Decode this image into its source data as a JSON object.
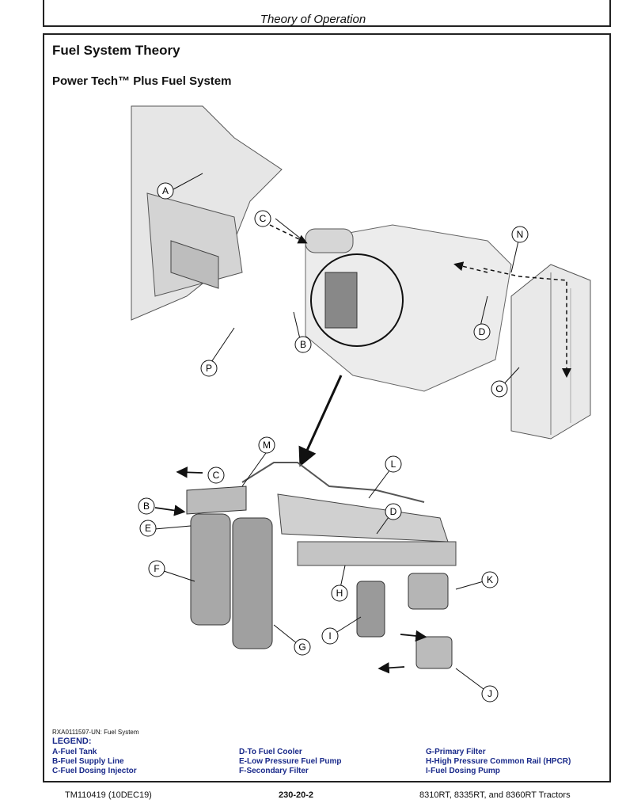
{
  "page": {
    "section_header": "Theory of Operation",
    "title": "Fuel System Theory",
    "subtitle": "Power Tech™ Plus Fuel System"
  },
  "figure": {
    "id": "RXA0111597-UN: Fuel System",
    "callouts_top": [
      "A",
      "B",
      "C",
      "D",
      "N",
      "O",
      "P"
    ],
    "callouts_bottom": [
      "M",
      "C",
      "B",
      "E",
      "F",
      "L",
      "D",
      "H",
      "K",
      "I",
      "G",
      "J"
    ]
  },
  "legend": {
    "title": "LEGEND:",
    "items": [
      "A-Fuel Tank",
      "B-Fuel Supply Line",
      "C-Fuel Dosing Injector",
      "D-To Fuel Cooler",
      "E-Low Pressure Fuel Pump",
      "F-Secondary Filter",
      "G-Primary Filter",
      "H-High Pressure Common Rail (HPCR)",
      "I-Fuel Dosing Pump"
    ]
  },
  "footer": {
    "left": "TM110419 (10DEC19)",
    "center": "230-20-2",
    "right": "8310RT, 8335RT, and 8360RT Tractors"
  },
  "colors": {
    "legend": "#1a2a8a",
    "frame": "#222222"
  }
}
